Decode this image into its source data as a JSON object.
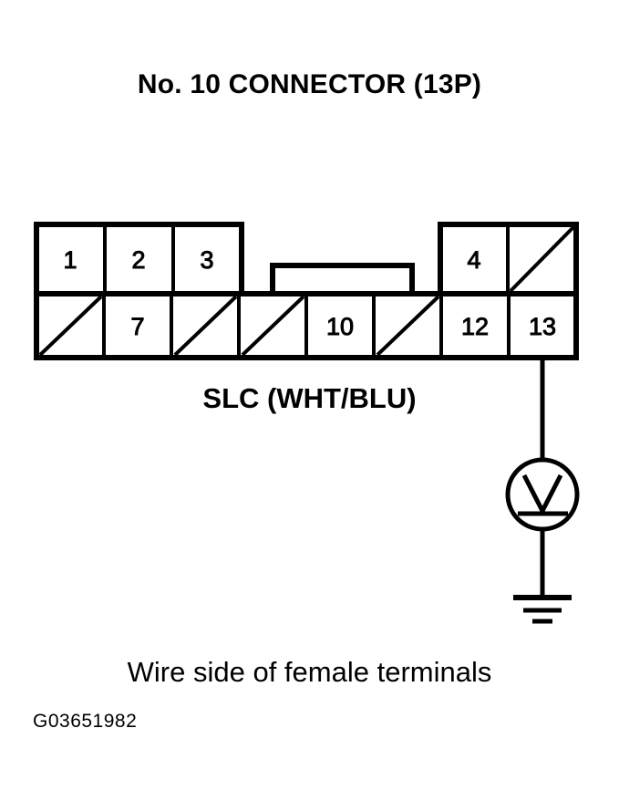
{
  "page": {
    "title": "No. 10 CONNECTOR (13P)",
    "wire_label": "SLC (WHT/BLU)",
    "caption": "Wire side of female terminals",
    "figure_code": "G03651982",
    "background_color": "#ffffff",
    "line_color": "#000000"
  },
  "connector": {
    "name": "No. 10 Connector",
    "pin_count": "13P",
    "top_row": [
      {
        "pin": "1",
        "filled": false,
        "blank": false
      },
      {
        "pin": "2",
        "filled": false,
        "blank": false
      },
      {
        "pin": "3",
        "filled": false,
        "blank": false
      },
      {
        "pin": "4",
        "filled": false,
        "blank": false
      },
      {
        "pin": "",
        "filled": true,
        "blank": false
      }
    ],
    "bottom_row": [
      {
        "pin": "",
        "filled": true,
        "blank": false
      },
      {
        "pin": "7",
        "filled": false,
        "blank": false
      },
      {
        "pin": "",
        "filled": true,
        "blank": false
      },
      {
        "pin": "",
        "filled": true,
        "blank": false
      },
      {
        "pin": "10",
        "filled": false,
        "blank": false
      },
      {
        "pin": "",
        "filled": true,
        "blank": false
      },
      {
        "pin": "12",
        "filled": false,
        "blank": false
      },
      {
        "pin": "13",
        "filled": false,
        "blank": false
      }
    ],
    "notch": "center-tab"
  },
  "probe": {
    "symbol": "voltmeter",
    "letter": "V",
    "connected_pin": "13",
    "ground": "chassis-ground"
  }
}
